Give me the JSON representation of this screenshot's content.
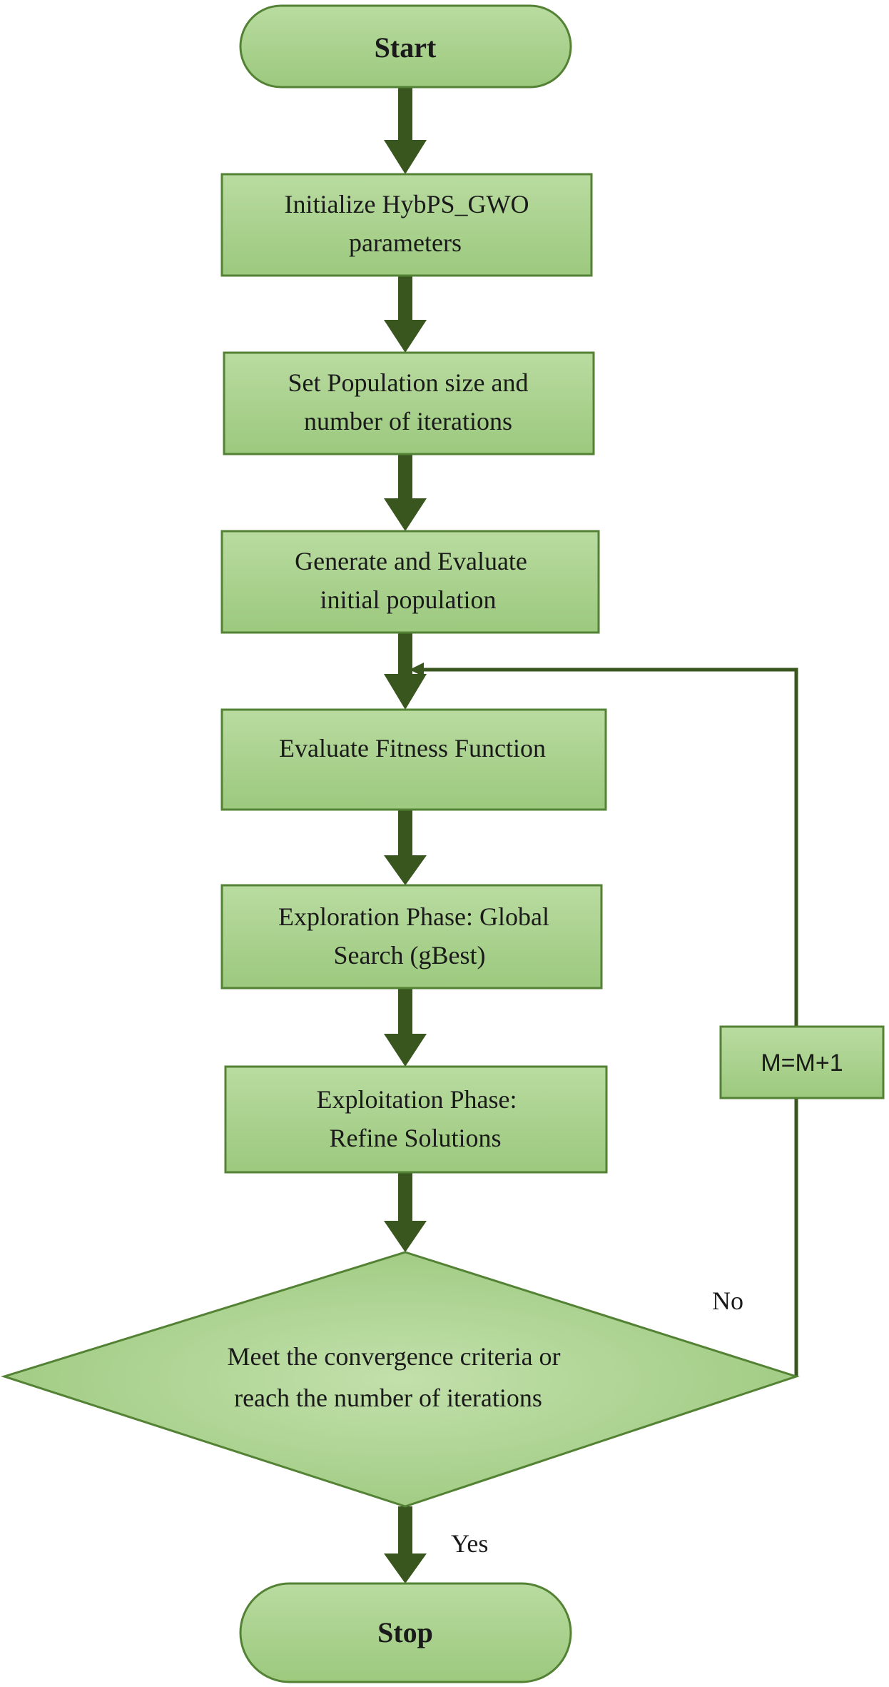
{
  "nodes": {
    "start": {
      "label": "Start"
    },
    "init": {
      "line1": "Initialize HybPS_GWO",
      "line2": "parameters"
    },
    "population": {
      "line1": "Set Population size and",
      "line2": "number of iterations"
    },
    "generate": {
      "line1": "Generate and Evaluate",
      "line2": "initial population"
    },
    "fitness": {
      "label": "Evaluate Fitness Function"
    },
    "exploration": {
      "line1": "Exploration Phase: Global",
      "line2": "Search (gBest)"
    },
    "exploitation": {
      "line1": "Exploitation Phase:",
      "line2": "Refine Solutions"
    },
    "decision": {
      "line1": "Meet the convergence criteria or",
      "line2": "reach the number of iterations"
    },
    "increment": {
      "label": "M=M+1"
    },
    "stop": {
      "label": "Stop"
    }
  },
  "edges": {
    "no_label": "No",
    "yes_label": "Yes"
  },
  "colors": {
    "fill": "#a8d08d",
    "stroke": "#548235",
    "arrow": "#38561e",
    "loop_line": "#38561e"
  }
}
